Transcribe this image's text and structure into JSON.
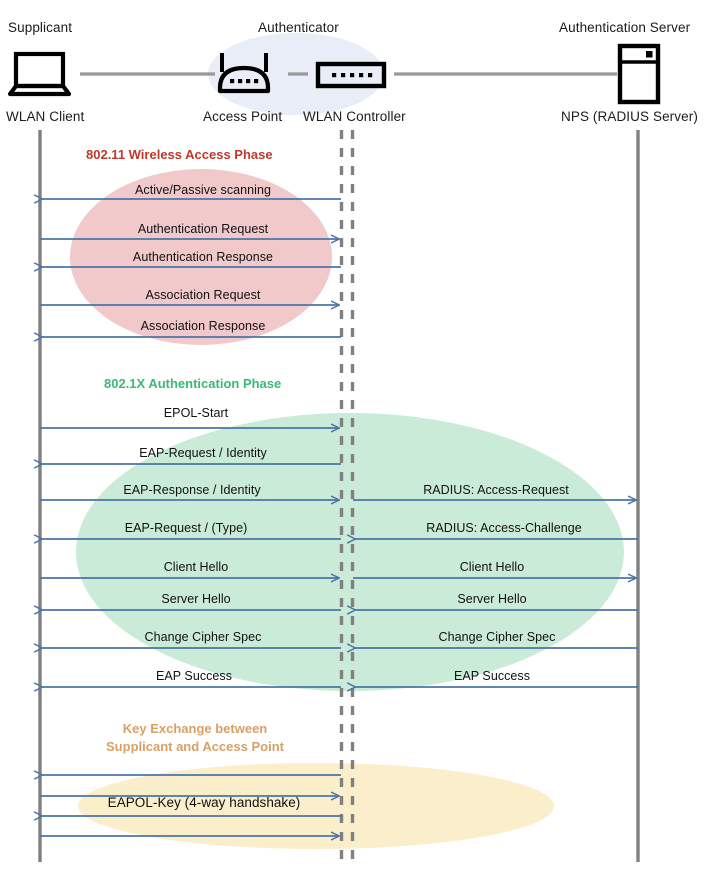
{
  "actors": [
    {
      "id": "supplicant",
      "role": "Supplicant",
      "name": "WLAN Client",
      "icon": "laptop-icon"
    },
    {
      "id": "access-point",
      "role": "Authenticator",
      "name": "Access Point",
      "icon": "wireless-router-icon"
    },
    {
      "id": "wlan-controller",
      "role": "",
      "name": "WLAN Controller",
      "icon": "network-switch-icon"
    },
    {
      "id": "authentication-server",
      "role": "Authentication Server",
      "name": "NPS (RADIUS Server)",
      "icon": "server-tower-icon"
    }
  ],
  "phases": [
    {
      "id": "phase-802-11",
      "title": "802.11 Wireless Access Phase",
      "color": "#C0392B",
      "ellipse_color": "#F2C9CB"
    },
    {
      "id": "phase-802-1x",
      "title": "802.1X Authentication Phase",
      "color": "#3CB878",
      "ellipse_color": "#C9EBD7"
    },
    {
      "id": "phase-key-exchange",
      "title_line1": "Key Exchange between",
      "title_line2": "Supplicant and Access Point",
      "color": "#D9A066",
      "ellipse_color": "#FBEECB"
    }
  ],
  "messages_left": [
    {
      "label": "Active/Passive scanning",
      "direction": "left"
    },
    {
      "label": "Authentication Request",
      "direction": "right"
    },
    {
      "label": "Authentication Response",
      "direction": "left"
    },
    {
      "label": "Association Request",
      "direction": "right"
    },
    {
      "label": "Association Response",
      "direction": "left"
    },
    {
      "label": "EPOL-Start",
      "direction": "right"
    },
    {
      "label": "EAP-Request / Identity",
      "direction": "left"
    },
    {
      "label": "EAP-Response / Identity",
      "direction": "right"
    },
    {
      "label": "EAP-Request / (Type)",
      "direction": "left"
    },
    {
      "label": "Client Hello",
      "direction": "right"
    },
    {
      "label": "Server Hello",
      "direction": "left"
    },
    {
      "label": "Change Cipher Spec",
      "direction": "left"
    },
    {
      "label": "EAP Success",
      "direction": "left"
    },
    {
      "label": "",
      "direction": "left"
    },
    {
      "label": "EAPOL-Key (4-way handshake)",
      "direction": "right"
    },
    {
      "label": "",
      "direction": "left"
    },
    {
      "label": "",
      "direction": "right"
    }
  ],
  "messages_right": [
    {
      "label": "RADIUS: Access-Request",
      "direction": "right"
    },
    {
      "label": "RADIUS: Access-Challenge",
      "direction": "left"
    },
    {
      "label": "Client Hello",
      "direction": "right"
    },
    {
      "label": "Server Hello",
      "direction": "left"
    },
    {
      "label": "Change Cipher Spec",
      "direction": "left"
    },
    {
      "label": "EAP Success",
      "direction": "left"
    }
  ],
  "style": {
    "arrow_color": "#4A74A8",
    "lifeline_color": "#808080",
    "link_color": "#9A9A9A",
    "authenticator_halo": "#E8EDF7"
  }
}
